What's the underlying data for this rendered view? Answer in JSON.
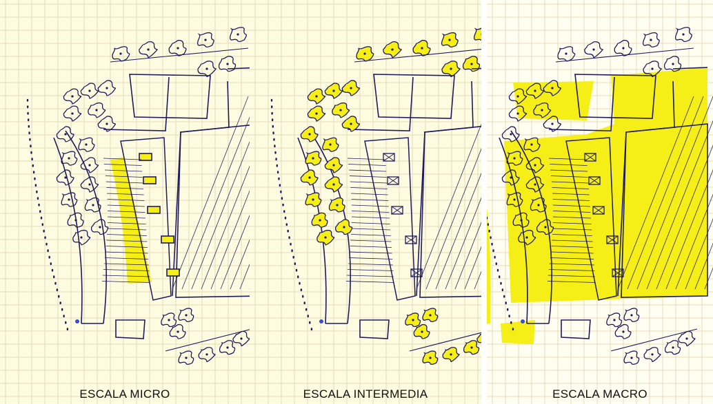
{
  "captions": {
    "micro": "ESCALA MICRO",
    "intermedia": "ESCALA INTERMEDIA",
    "macro": "ESCALA MACRO"
  },
  "colors": {
    "paper": "#fdfbe0",
    "grid": "#e8d9b8",
    "ink": "#1d1a5e",
    "highlight": "#f6ee17"
  }
}
